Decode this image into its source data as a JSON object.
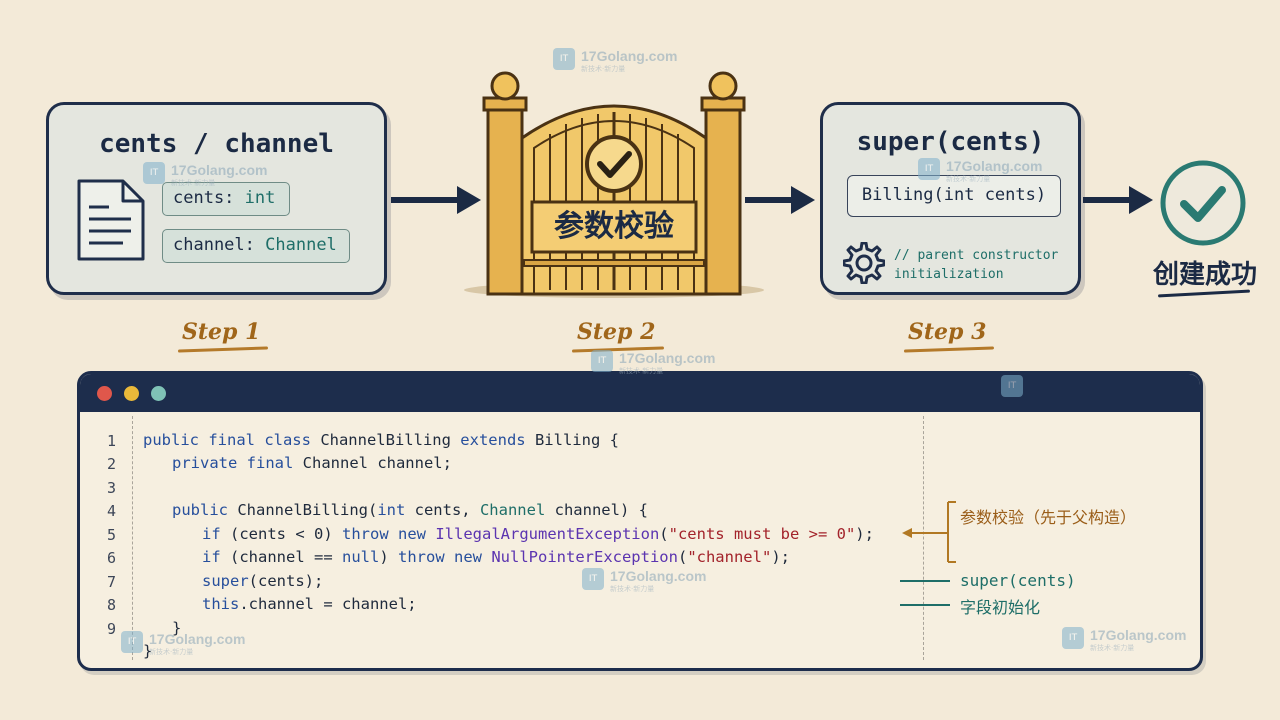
{
  "step1": {
    "title": "cents / channel",
    "cents_key": "cents:",
    "cents_type": "int",
    "channel_key": "channel:",
    "channel_type": "Channel",
    "label": "Step 1"
  },
  "step2": {
    "gate_text": "参数校验",
    "label": "Step 2"
  },
  "step3": {
    "title": "super(cents)",
    "signature": "Billing(int cents)",
    "comment_line1": "// parent constructor",
    "comment_line2": "initialization",
    "label": "Step 3"
  },
  "result": {
    "label": "创建成功"
  },
  "code": {
    "line_numbers": [
      "1",
      "2",
      "3",
      "4",
      "5",
      "6",
      "7",
      "8",
      "9"
    ],
    "l1": {
      "kw1": "public final class",
      "name": " ChannelBilling ",
      "kw2": "extends",
      "rest": " Billing {"
    },
    "l2": {
      "kw": "private final",
      "rest": " Channel channel;"
    },
    "l4": {
      "kw": "public",
      "name": " ChannelBilling(",
      "kw2": "int",
      "mid": " cents, ",
      "ty": "Channel",
      "rest": " channel) {"
    },
    "l5": {
      "kw1": "if",
      "a": " (cents < 0) ",
      "kw2": "throw new",
      "ex": " IllegalArgumentException",
      "p1": "(",
      "str": "\"cents must be >= 0\"",
      "p2": ");"
    },
    "l6": {
      "kw1": "if",
      "a": " (channel == ",
      "kw2": "null",
      "b": ") ",
      "kw3": "throw new",
      "ex": " NullPointerException",
      "p1": "(",
      "str": "\"channel\"",
      "p2": ");"
    },
    "l7": {
      "kw": "super",
      "rest": "(cents);"
    },
    "l8": {
      "kw": "this",
      "rest": ".channel = channel;"
    },
    "l9": "}",
    "l10": "}"
  },
  "annotations": {
    "validation": "参数校验（先于父构造）",
    "super_call": "super(cents)",
    "field_init": "字段初始化"
  },
  "watermark": {
    "text": "17Golang.com",
    "sub": "新技术·新力量"
  },
  "colors": {
    "navy": "#1b2a44",
    "teal": "#1e6e68",
    "gold": "#f0c05a",
    "orange": "#a0661a",
    "background": "#f3ead8"
  }
}
